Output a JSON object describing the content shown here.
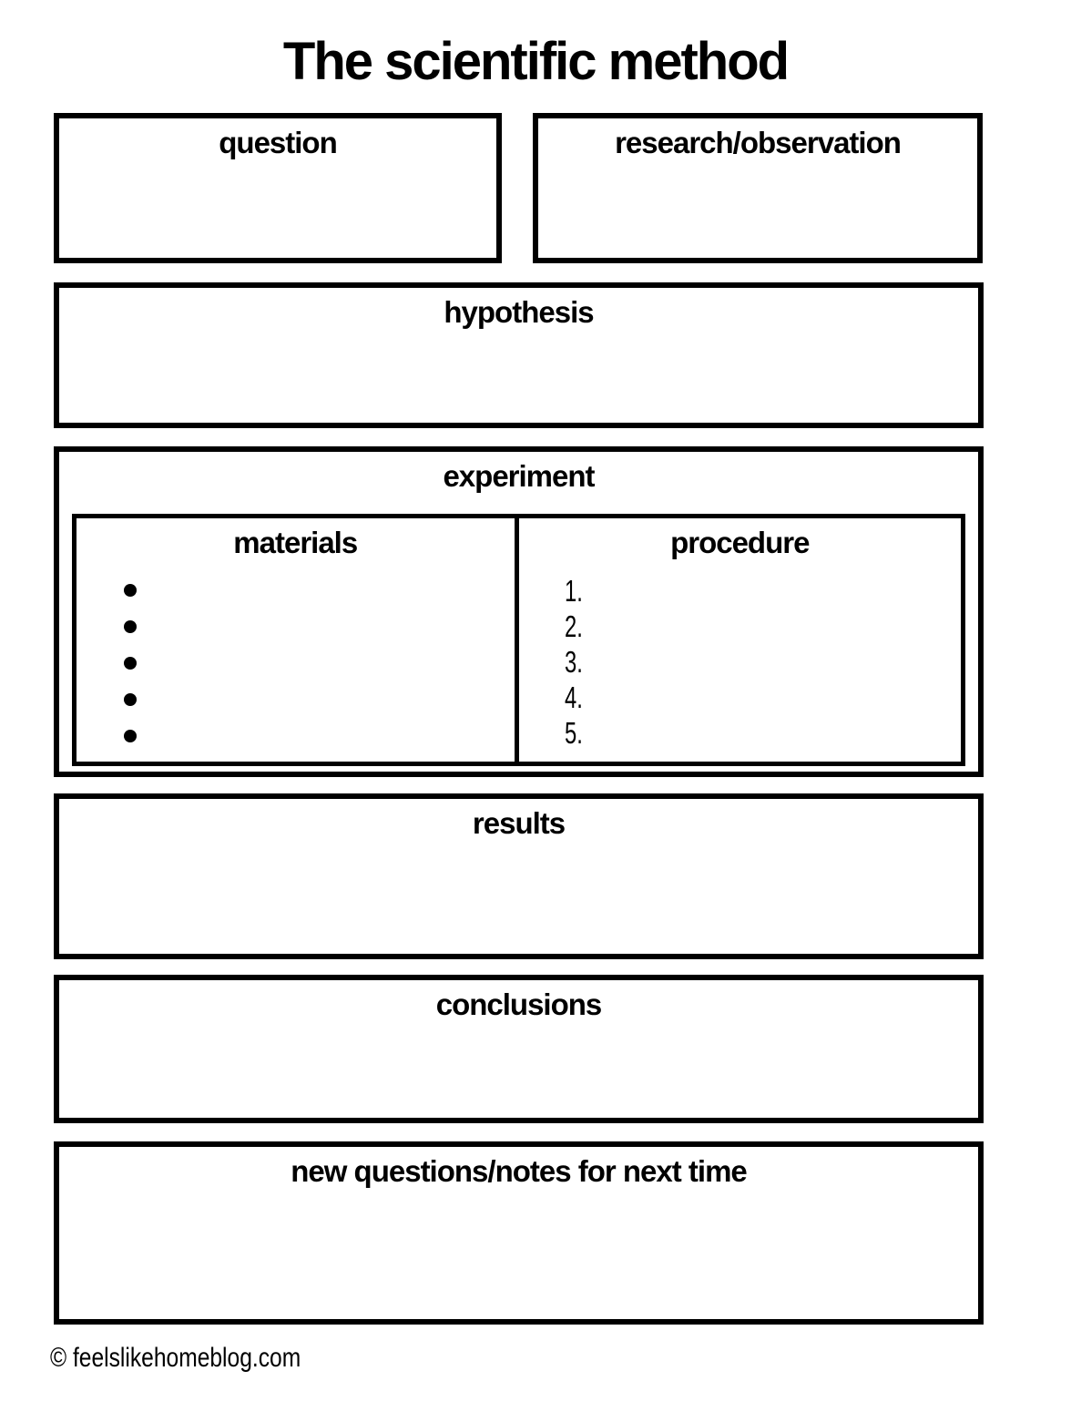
{
  "document": {
    "title": "The scientific method",
    "footer": "© feelslikehomeblog.com"
  },
  "sections": {
    "question": {
      "label": "question"
    },
    "research_observation": {
      "label": "research/observation"
    },
    "hypothesis": {
      "label": "hypothesis"
    },
    "experiment": {
      "label": "experiment",
      "materials": {
        "label": "materials",
        "bullet_count": 5
      },
      "procedure": {
        "label": "procedure",
        "steps": [
          "1.",
          "2.",
          "3.",
          "4.",
          "5."
        ]
      }
    },
    "results": {
      "label": "results"
    },
    "conclusions": {
      "label": "conclusions"
    },
    "new_questions": {
      "label": "new questions/notes for next time"
    }
  },
  "colors": {
    "border": "#000000",
    "background": "#ffffff",
    "text": "#000000"
  }
}
